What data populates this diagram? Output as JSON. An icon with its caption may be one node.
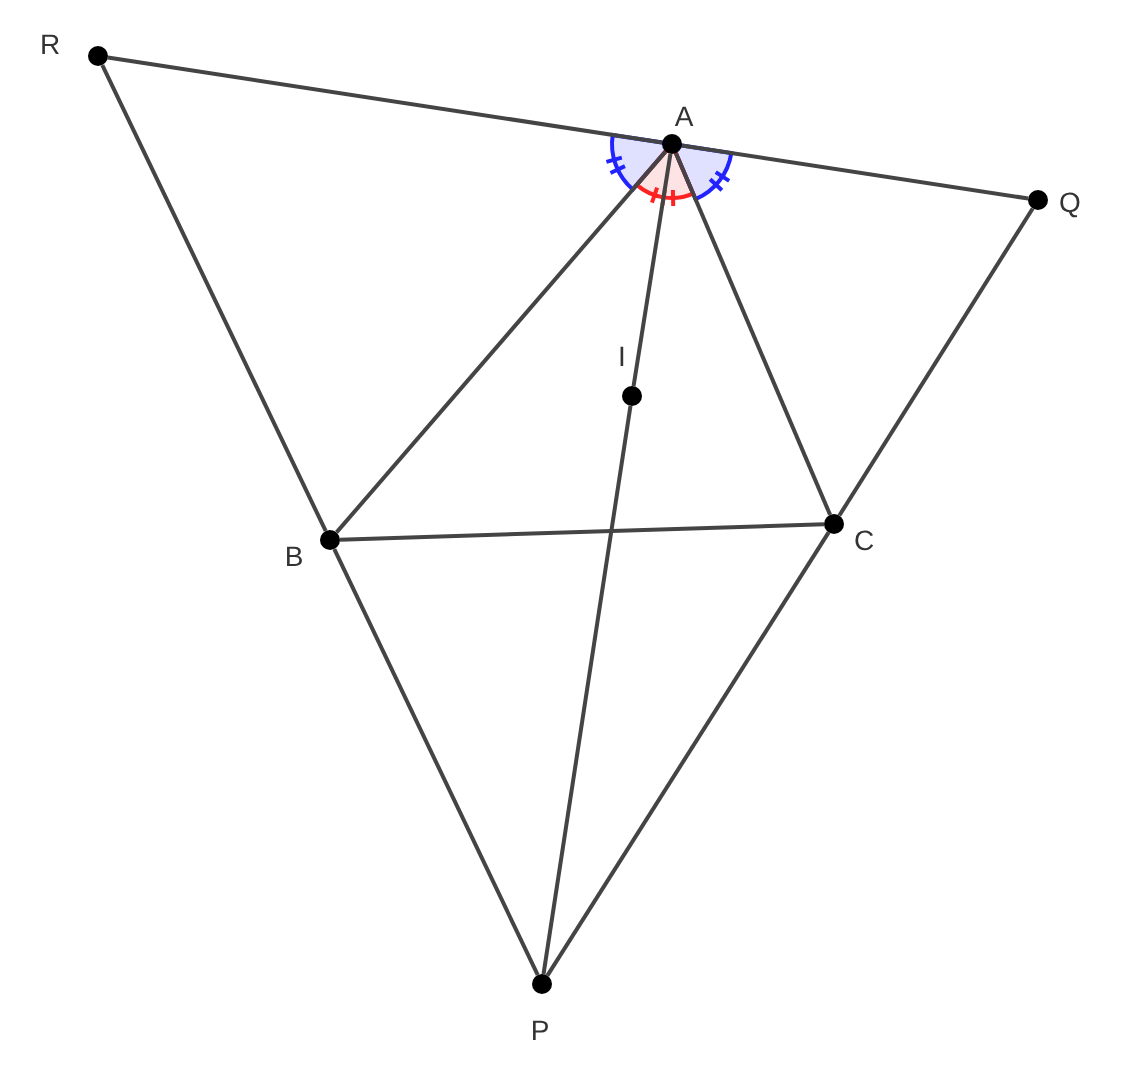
{
  "diagram": {
    "nodes": [
      {
        "text": [
          "R"
        ]
      },
      {
        "text": [
          "A"
        ]
      },
      {
        "text": [
          "Q"
        ]
      },
      {
        "text": [
          "I"
        ]
      },
      {
        "text": [
          "B"
        ]
      },
      {
        "text": [
          "C"
        ]
      },
      {
        "text": [
          "P"
        ]
      }
    ],
    "edges": [
      {
        "from": 0,
        "to": 1,
        "arrow": "none"
      },
      {
        "from": 1,
        "to": 2,
        "arrow": "none"
      },
      {
        "from": 0,
        "to": 4,
        "arrow": "none"
      },
      {
        "from": 4,
        "to": 6,
        "arrow": "none"
      },
      {
        "from": 2,
        "to": 5,
        "arrow": "none"
      },
      {
        "from": 5,
        "to": 6,
        "arrow": "none"
      },
      {
        "from": 1,
        "to": 4,
        "arrow": "none"
      },
      {
        "from": 1,
        "to": 5,
        "arrow": "none"
      },
      {
        "from": 4,
        "to": 5,
        "arrow": "none"
      },
      {
        "from": 1,
        "to": 3,
        "arrow": "none"
      },
      {
        "from": 3,
        "to": 6,
        "arrow": "none"
      }
    ]
  }
}
